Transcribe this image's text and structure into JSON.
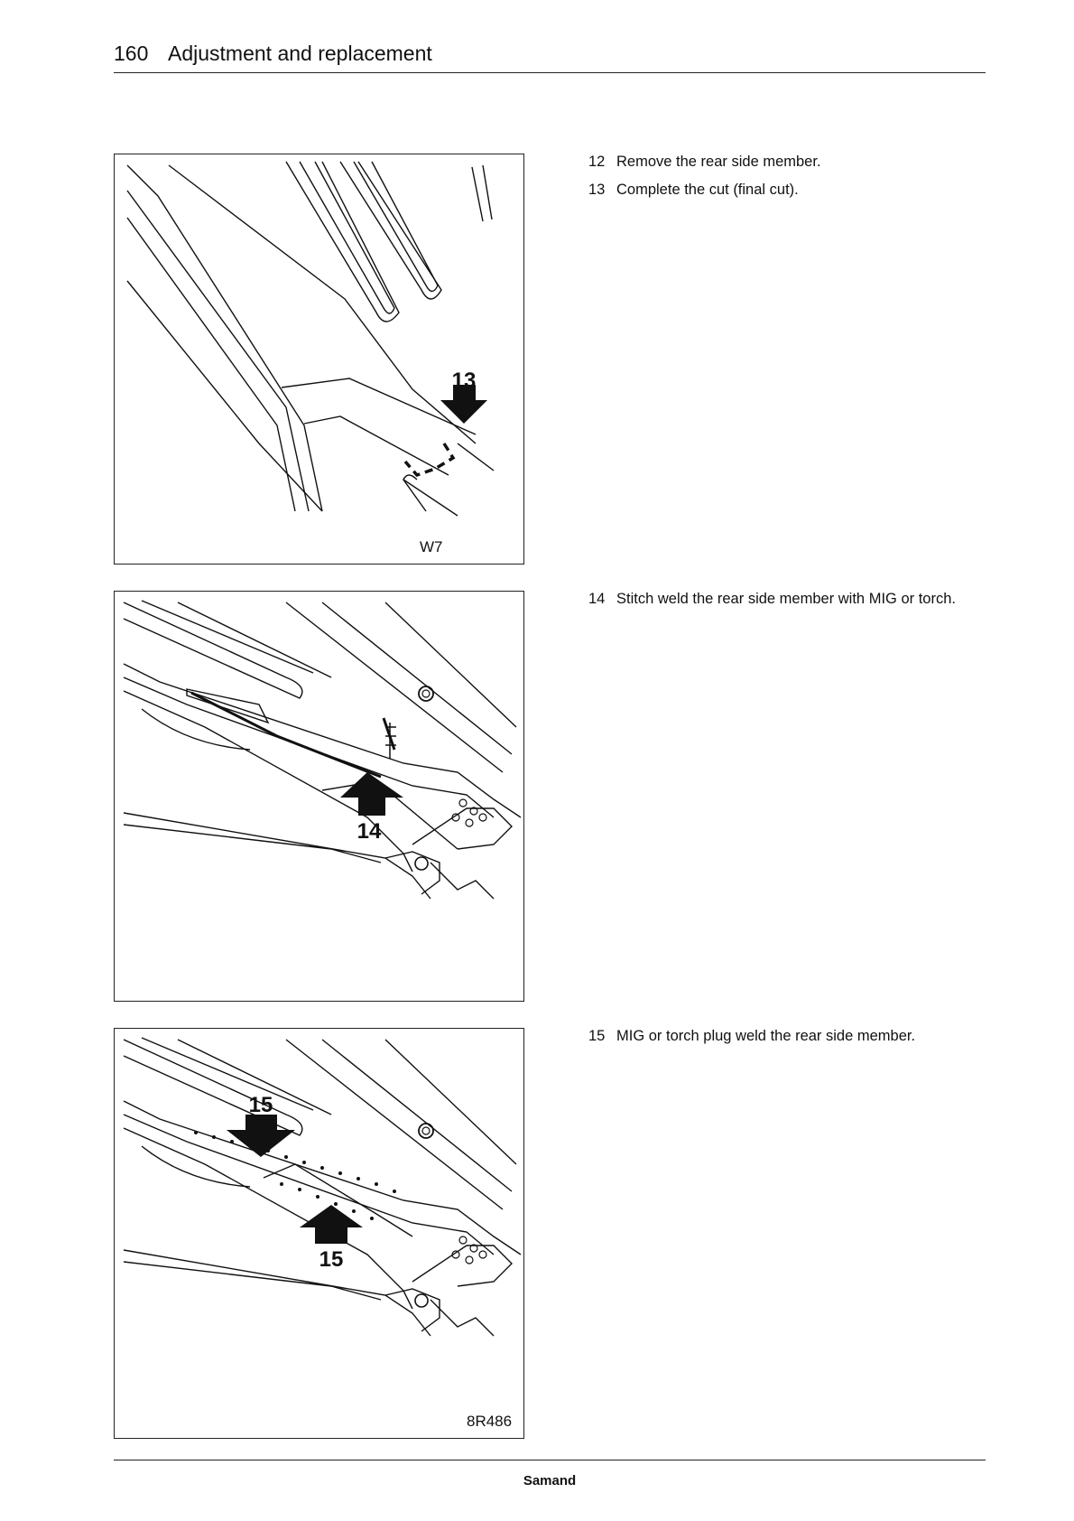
{
  "header": {
    "page_number": "160",
    "title": "Adjustment and replacement"
  },
  "figures": [
    {
      "callouts": [
        "13"
      ],
      "code": "W7"
    },
    {
      "callouts": [
        "14"
      ],
      "code": ""
    },
    {
      "callouts": [
        "15",
        "15"
      ],
      "code": "8R486"
    }
  ],
  "steps": [
    {
      "number": "12",
      "text": "Remove the rear side member."
    },
    {
      "number": "13",
      "text": "Complete the cut (final cut)."
    },
    {
      "number": "14",
      "text": "Stitch weld the rear side member with MIG or torch."
    },
    {
      "number": "15",
      "text": "MIG or torch plug weld the rear side member."
    }
  ],
  "footer": {
    "brand": "Samand"
  }
}
